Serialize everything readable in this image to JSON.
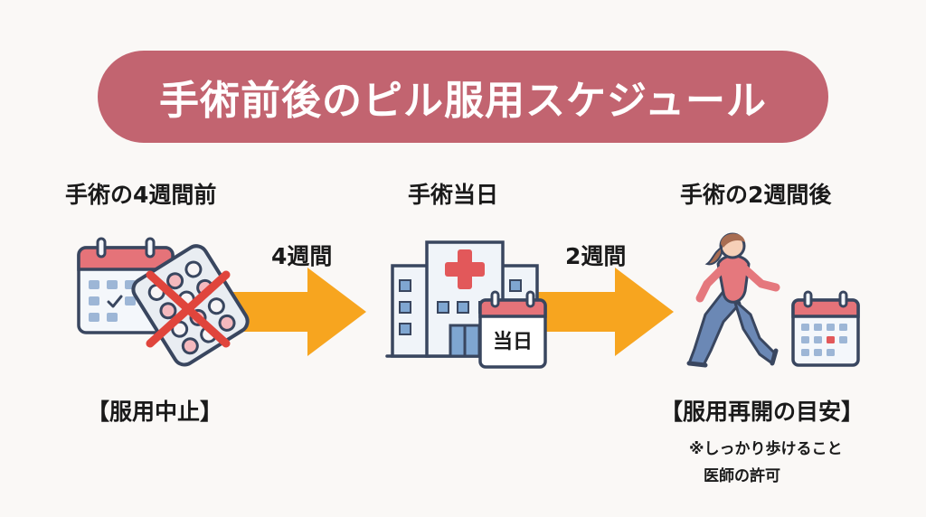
{
  "title": "手術前後のピル服用スケジュール",
  "steps": [
    {
      "heading": "手術の4週間前",
      "status": "【服用中止】"
    },
    {
      "heading": "手術当日",
      "calendar_text": "当日"
    },
    {
      "heading": "手術の2週間後",
      "status": "【服用再開の目安】",
      "notes": [
        "※しっかり歩けること",
        "医師の許可"
      ]
    }
  ],
  "arrows": [
    {
      "label": "4週間"
    },
    {
      "label": "2週間"
    }
  ],
  "colors": {
    "banner": "#c26470",
    "arrow": "#f7a51f",
    "calendar_header": "#e57379",
    "icon_outline": "#39465f",
    "cross": "#e0453c",
    "hospital_cross": "#e2585a",
    "window": "#7fa6d1",
    "shirt": "#e5787d",
    "pants": "#6b88b5",
    "hair": "#a86d52"
  },
  "icons": [
    "calendar-icon",
    "pill-pack-icon",
    "cross-mark-icon",
    "hospital-icon",
    "calendar-today-icon",
    "running-person-icon",
    "calendar-red-day-icon"
  ]
}
